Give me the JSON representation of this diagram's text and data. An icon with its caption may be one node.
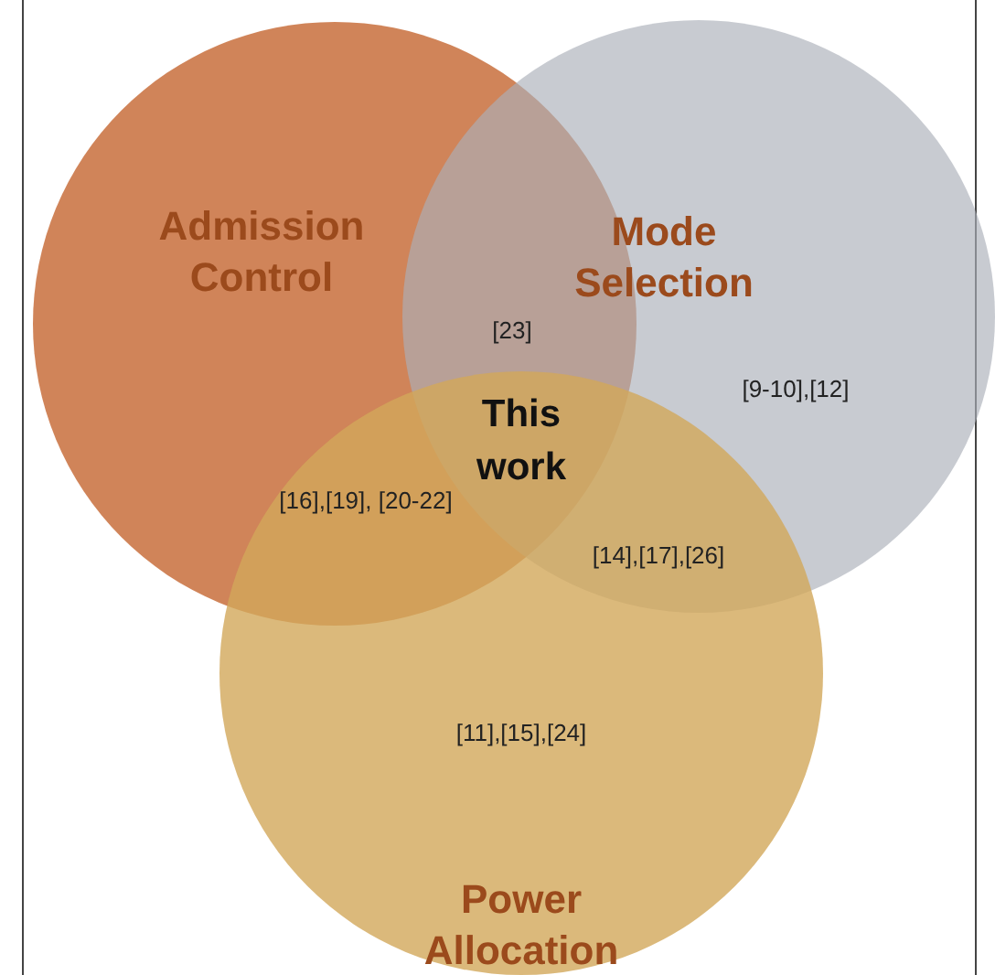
{
  "diagram": {
    "nodes": [
      {
        "text": [
          "Admission Control"
        ]
      },
      {
        "text": [
          "Mode Selection"
        ]
      },
      {
        "text": [
          "Power Allocation"
        ]
      }
    ],
    "labels": [
      "[23]",
      "[9-10],[12]",
      "This work",
      "[16],[19], [20-22]",
      "[14],[17],[26]",
      "[11],[15],[24]"
    ]
  }
}
